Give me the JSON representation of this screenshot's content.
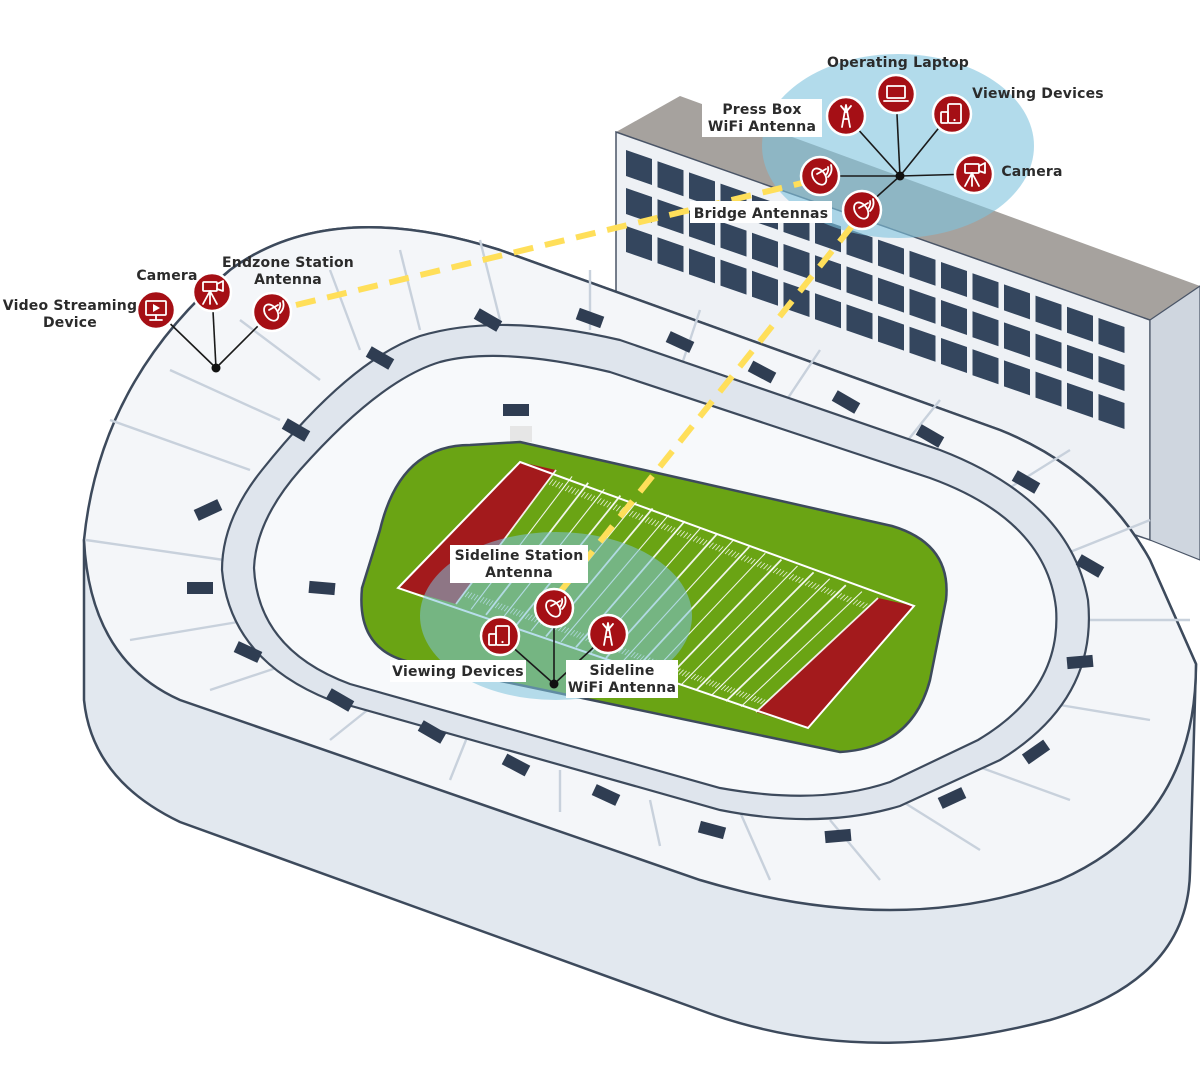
{
  "labels": {
    "operating_laptop": "Operating Laptop",
    "viewing_devices_press": "Viewing Devices",
    "press_box_line1": "Press Box",
    "press_box_line2": "WiFi Antenna",
    "camera_press": "Camera",
    "bridge_antennas": "Bridge Antennas",
    "camera_endzone": "Camera",
    "endzone_line1": "Endzone Station",
    "endzone_line2": "Antenna",
    "video_line1": "Video Streaming",
    "video_line2": "Device",
    "sideline_station_line1": "Sideline Station",
    "sideline_station_line2": "Antenna",
    "viewing_devices_sideline": "Viewing Devices",
    "sideline_wifi_line1": "Sideline",
    "sideline_wifi_line2": "WiFi Antenna"
  },
  "icons": {
    "operating_laptop": "laptop-icon",
    "viewing_devices": "tablet-phone-icon",
    "wifi_antenna": "antenna-mast-icon",
    "camera": "tripod-camera-icon",
    "station_antenna": "dish-antenna-icon",
    "video_streaming": "monitor-play-icon"
  },
  "colors": {
    "device_red": "#a50f15",
    "bridge_link": "#ffdf5a",
    "coverage_zone": "#7ec3dd",
    "field_green": "#6aa414",
    "endzone_red": "#a31a1c",
    "stadium_shell": "#f1f4f8",
    "stadium_outline": "#3d4a5c",
    "pressbox_roof": "#a6a29e",
    "pressbox_window": "#34465e"
  }
}
